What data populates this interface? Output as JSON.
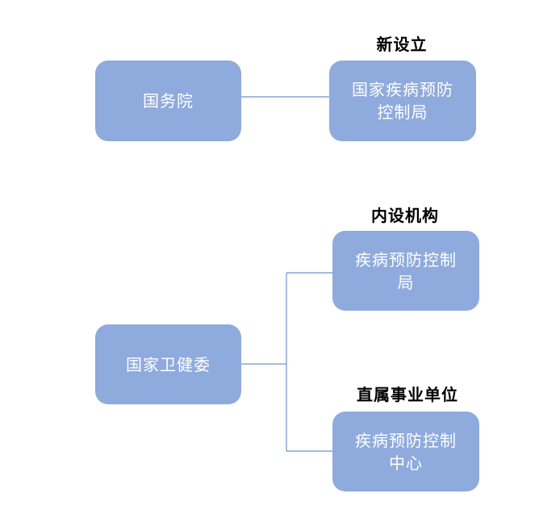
{
  "nodes": {
    "state_council": "国务院",
    "new_cdc_bureau": "国家疾病预防控制局",
    "nhc": "国家卫健委",
    "internal_bureau": "疾病预防控制局",
    "cdc_center": "疾病预防控制中心"
  },
  "labels": {
    "newly_established": "新设立",
    "internal_agency": "内设机构",
    "affiliated_unit": "直属事业单位"
  },
  "colors": {
    "node_fill": "#8faadc",
    "connector": "#6e93c9"
  }
}
